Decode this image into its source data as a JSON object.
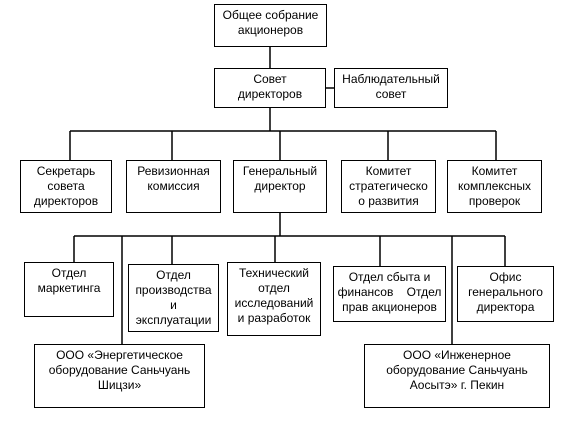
{
  "nodes": {
    "shareholders": {
      "lines": [
        "Общее собрание",
        "акционеров"
      ]
    },
    "board": {
      "lines": [
        "Совет",
        "директоров"
      ]
    },
    "supervisory": {
      "lines": [
        "Наблюдательный",
        "совет"
      ]
    },
    "board_secretary": {
      "lines": [
        "Секретарь",
        "совета",
        "директоров"
      ]
    },
    "audit_commission": {
      "lines": [
        "Ревизионная",
        "комиссия"
      ]
    },
    "general_director": {
      "lines": [
        "Генеральный",
        "директор"
      ]
    },
    "strategy_committee": {
      "lines": [
        "Комитет",
        "стратегическо",
        "о развития"
      ]
    },
    "inspection_committee": {
      "lines": [
        "Комитет",
        "комплексных",
        "проверок"
      ]
    },
    "marketing": {
      "lines": [
        "Отдел",
        "маркетинга"
      ]
    },
    "production": {
      "lines": [
        "Отдел",
        "производства",
        "и",
        "эксплуатации"
      ]
    },
    "rnd": {
      "lines": [
        "Технический",
        "отдел",
        "исследований",
        "и разработок"
      ]
    },
    "sales_finance": {
      "lines": [
        "Отдел сбыта и",
        "финансов    Отдел",
        "прав акционеров"
      ]
    },
    "gd_office": {
      "lines": [
        "Офис",
        "генерального",
        "директора"
      ]
    },
    "energy_equipment": {
      "lines": [
        "ООО «Энергетическое",
        "оборудование Саньчуань",
        "Шицзи»"
      ]
    },
    "engineering_equipment": {
      "lines": [
        "ООО «Инженерное",
        "оборудование Саньчуань",
        "Аосытэ» г. Пекин"
      ]
    }
  }
}
